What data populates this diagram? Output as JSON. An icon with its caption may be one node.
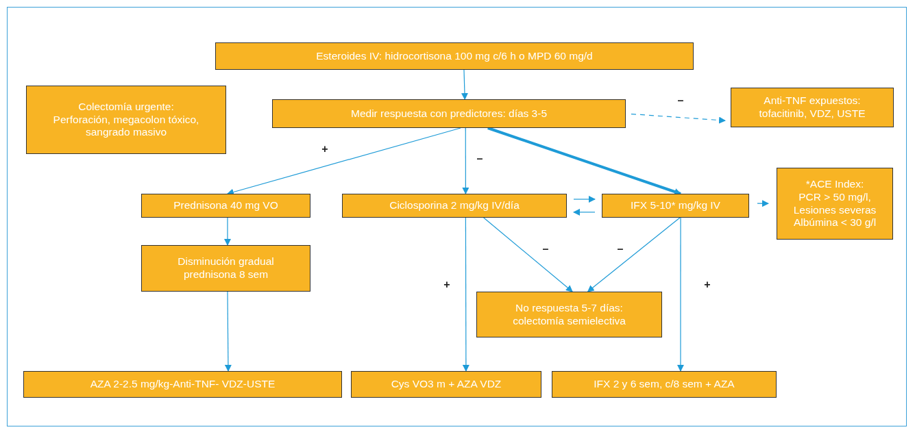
{
  "diagram": {
    "nodes": [
      {
        "text": [
          "Esteroides IV: hidrocortisona 100 mg c/6 h o MPD 60 mg/d"
        ]
      },
      {
        "text": [
          "Colectomía urgente:",
          "Perforación, megacolon tóxico, sangrado masivo"
        ]
      },
      {
        "text": [
          "Medir respuesta con predictores: días 3-5"
        ]
      },
      {
        "text": [
          "Anti-TNF expuestos:",
          "tofacitinib, VDZ, USTE"
        ]
      },
      {
        "text": [
          "Prednisona 40 mg VO"
        ]
      },
      {
        "text": [
          "Ciclosporina 2 mg/kg IV/día"
        ]
      },
      {
        "text": [
          "IFX 5-10* mg/kg IV"
        ]
      },
      {
        "text": [
          "*ACE Index:",
          "PCR > 50 mg/l,",
          "Lesiones severas",
          "Albúmina < 30 g/l"
        ]
      },
      {
        "text": [
          "Disminución gradual prednisona 8 sem"
        ]
      },
      {
        "text": [
          "No respuesta 5-7 días:",
          "colectomía semielectiva"
        ]
      },
      {
        "text": [
          "AZA 2-2.5 mg/kg-Anti-TNF- VDZ-USTE"
        ]
      },
      {
        "text": [
          "Cys VO3 m + AZA VDZ"
        ]
      },
      {
        "text": [
          "IFX 2 y 6 sem, c/8 sem + AZA"
        ]
      }
    ],
    "edges": [
      {
        "from": 0,
        "to": 2,
        "arrow": "to"
      },
      {
        "from": 2,
        "to": 3,
        "arrow": "to",
        "label": "–",
        "style": "dashed"
      },
      {
        "from": 2,
        "to": 4,
        "arrow": "to",
        "label": "+"
      },
      {
        "from": 2,
        "to": 5,
        "arrow": "to",
        "label": "–"
      },
      {
        "from": 2,
        "to": 6,
        "arrow": "to",
        "style": "thick"
      },
      {
        "from": 5,
        "to": 6,
        "arrow": "to"
      },
      {
        "from": 6,
        "to": 5,
        "arrow": "to"
      },
      {
        "from": 6,
        "to": 7,
        "arrow": "to"
      },
      {
        "from": 4,
        "to": 8,
        "arrow": "to"
      },
      {
        "from": 8,
        "to": 10,
        "arrow": "to"
      },
      {
        "from": 5,
        "to": 11,
        "arrow": "to",
        "label": "+"
      },
      {
        "from": 5,
        "to": 9,
        "arrow": "to",
        "label": "–"
      },
      {
        "from": 6,
        "to": 9,
        "arrow": "to",
        "label": "–"
      },
      {
        "from": 6,
        "to": 12,
        "arrow": "to",
        "label": "+"
      }
    ]
  }
}
